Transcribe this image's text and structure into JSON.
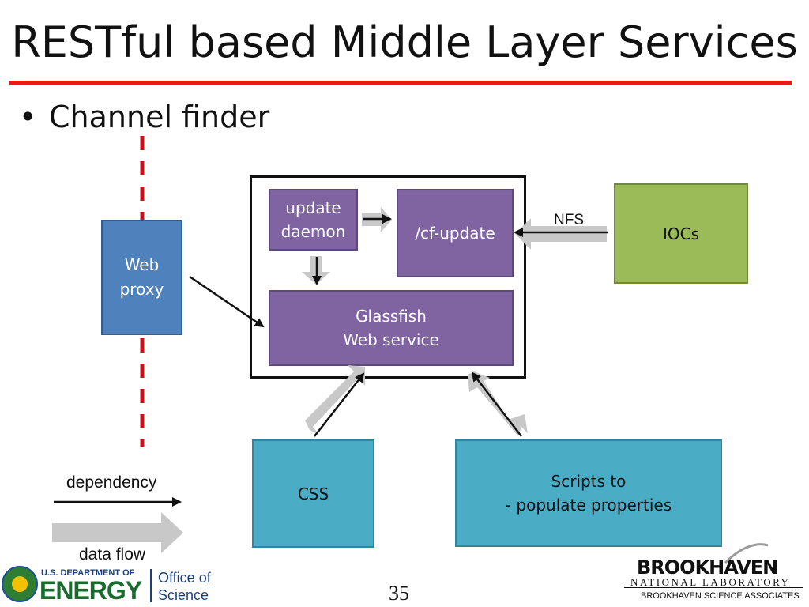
{
  "slide": {
    "title": "RESTful based Middle Layer Services",
    "bullet": "Channel finder",
    "page_number": "35"
  },
  "diagram": {
    "web_proxy": "Web\nproxy",
    "update_daemon": "update\ndaemon",
    "cf_update": "/cf-update",
    "glassfish": "Glassfish\nWeb service",
    "iocs": "IOCs",
    "nfs_label": "NFS",
    "css": "CSS",
    "scripts": "Scripts to\n- populate properties"
  },
  "legend": {
    "dependency": "dependency",
    "data_flow": "data flow"
  },
  "footer": {
    "doe_top": "U.S. DEPARTMENT OF",
    "doe_energy": "ENERGY",
    "office_line1": "Office of",
    "office_line2": "Science",
    "bnl_name": "BROOKHAVEN",
    "bnl_lab": "NATIONAL LABORATORY",
    "bnl_assoc": "BROOKHAVEN SCIENCE ASSOCIATES"
  },
  "colors": {
    "accent_red": "#e31b1b",
    "purple": "#8064a2",
    "blue": "#4f81bd",
    "green": "#9bbb59",
    "teal": "#4bacc6"
  }
}
